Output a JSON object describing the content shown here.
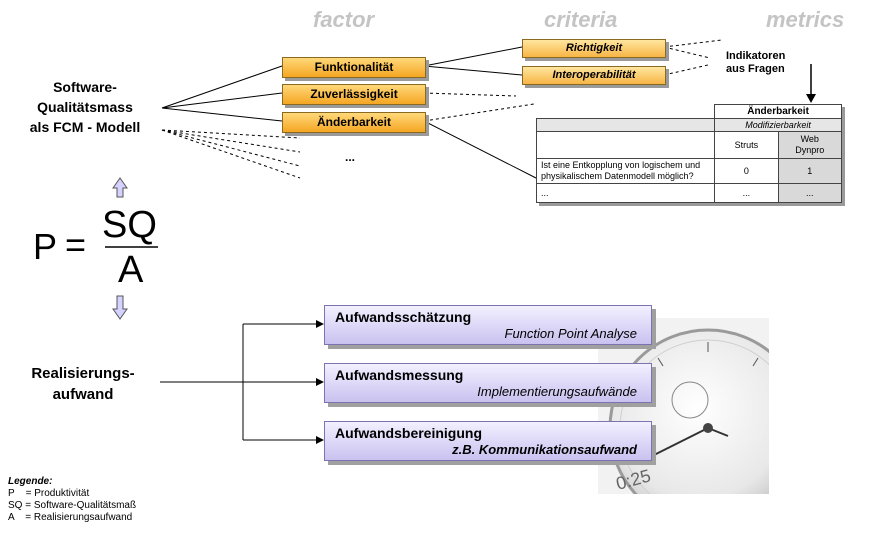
{
  "headers": {
    "factor": "factor",
    "criteria": "criteria",
    "metrics": "metrics"
  },
  "sq_model_title": [
    "Software-",
    "Qualitätsmass",
    "als FCM - Modell"
  ],
  "factors": [
    "Funktionalität",
    "Zuverlässigkeit",
    "Änderbarkeit"
  ],
  "factors_more": "...",
  "criteria": [
    "Richtigkeit",
    "Interoperabilität"
  ],
  "indicators_label": [
    "Indikatoren",
    "aus Fragen"
  ],
  "formula": {
    "lhs": "P",
    "eq": "=",
    "numerator": "SQ",
    "denominator": "A"
  },
  "metrics_table": {
    "factor": "Änderbarkeit",
    "criterion": "Modifizierbarkeit",
    "columns": [
      "Struts",
      "Web\nDynpro"
    ],
    "rows": [
      {
        "question": "Ist eine Entkopplung von logischem und physikalischem Datenmodell möglich?",
        "values": [
          "0",
          "1"
        ]
      },
      {
        "question": "...",
        "values": [
          "...",
          "..."
        ]
      }
    ]
  },
  "realisierung_title": [
    "Realisierungs-",
    "aufwand"
  ],
  "aufwand": [
    {
      "title": "Aufwandsschätzung",
      "subtitle": "Function Point Analyse",
      "subtitle_bold": false
    },
    {
      "title": "Aufwandsmessung",
      "subtitle": "Implementierungsaufwände",
      "subtitle_bold": false
    },
    {
      "title": "Aufwandsbereinigung",
      "subtitle": "z.B. Kommunikationsaufwand",
      "subtitle_bold": true
    }
  ],
  "legend": {
    "title": "Legende:",
    "items": [
      "P    = Produktivität",
      "SQ = Software-Qualitätsmaß",
      "A    = Realisierungsaufwand"
    ]
  },
  "colors": {
    "factor_fill": "#f5a623",
    "aufwand_fill": "#c9c2f0",
    "header_gray": "#c4c4c4",
    "arrow_fill": "#d6d2ff"
  }
}
